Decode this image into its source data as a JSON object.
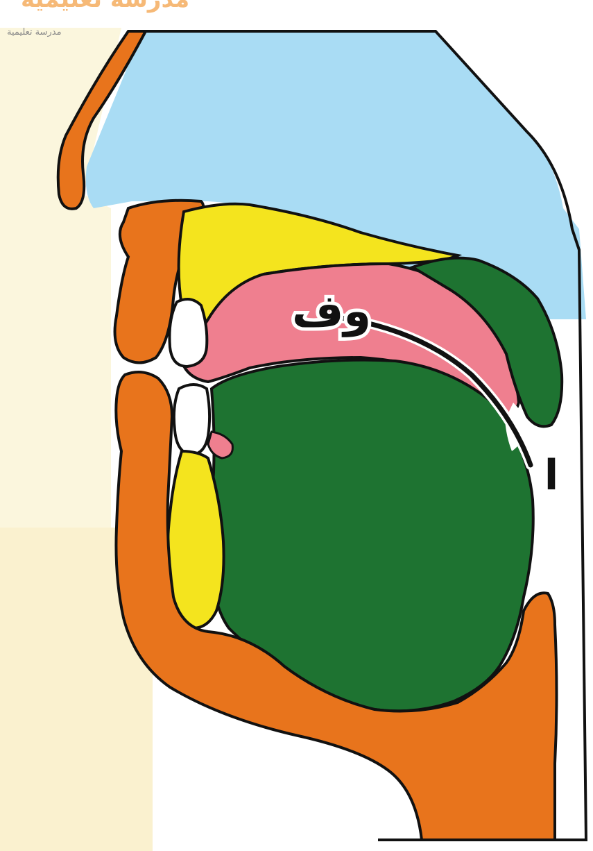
{
  "watermark": {
    "brand": "مدرسة تعليمية",
    "subtitle": "مدرسة تعليمية",
    "color": "#f3a24a"
  },
  "labels": {
    "wa": "وف",
    "alif": "ا"
  },
  "colors": {
    "outline": "#111111",
    "skin": "#e8741c",
    "nasal": "#a9dcf4",
    "bone": "#f4e41e",
    "palate": "#ef7f8f",
    "tongue": "#1e7331",
    "teeth": "#ffffff",
    "face_bg": "#fbf4d6",
    "throat_bg": "#ffffff"
  }
}
